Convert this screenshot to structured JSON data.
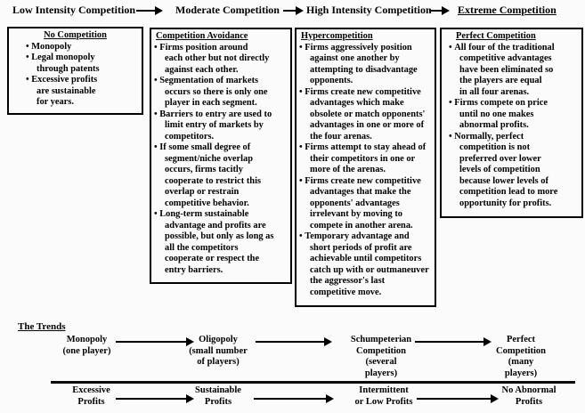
{
  "colors": {
    "background": "#fbfbfb",
    "text": "#000000",
    "line": "#000000"
  },
  "header": {
    "items": [
      "Low Intensity Competition",
      "Moderate Competition",
      "High Intensity Competition",
      "Extreme Competition"
    ]
  },
  "boxes": {
    "no_competition": {
      "title": "No Competition",
      "bullets": [
        "Monopoly",
        "Legal monopoly\nthrough patents",
        "Excessive profits\nare sustainable\nfor years."
      ]
    },
    "competition_avoidance": {
      "title": "Competition Avoidance",
      "bullets": [
        "Firms position around\neach other but not directly\nagainst each other.",
        "Segmentation of markets\noccurs so there is only one\nplayer in each segment.",
        "Barriers to entry are used to\nlimit entry of markets by\ncompetitors.",
        "If some small degree of\nsegment/niche overlap\noccurs, firms tacitly\ncooperate to restrict this\noverlap or restrain\ncompetitive behavior.",
        "Long-term sustainable\nadvantage and profits are\npossible, but only as long as\nall the competitors\ncooperate or respect the\nentry barriers."
      ]
    },
    "hypercompetition": {
      "title": "Hypercompetition",
      "bullets": [
        "Firms aggressively position\nagainst one another by\nattempting to disadvantage\nopponents.",
        "Firms create new competitive\nadvantages which make\nobsolete or match opponents'\nadvantages in one or more of\nthe four arenas.",
        "Firms attempt to stay ahead of\ntheir competitors in one or\nmore of the arenas.",
        "Firms create new competitive\nadvantages that make the\nopponents' advantages\nirrelevant by moving to\ncompete in another arena.",
        "Temporary advantage and\nshort periods of profit are\nachievable until competitors\ncatch up with or outmaneuver\nthe aggressor's last\ncompetitive move."
      ]
    },
    "perfect_competition": {
      "title": "Perfect Competition",
      "bullets": [
        "All four of the traditional\ncompetitive advantages\nhave been eliminated so\nthe players are equal\nin all four arenas.",
        "Firms compete on price\nuntil no one makes\nabnormal profits.",
        "Normally, perfect\ncompetition is not\npreferred over lower\nlevels of competition\nbecause lower levels of\ncompetition lead to more\nopportunity for profits."
      ]
    }
  },
  "trends": {
    "label": "The Trends",
    "market_structures": [
      "Monopoly\n(one player)",
      "Oligopoly\n(small number\nof players)",
      "Schumpeterian\nCompetition\n(several\nplayers)",
      "Perfect\nCompetition\n(many\nplayers)"
    ],
    "profit_levels": [
      "Excessive\nProfits",
      "Sustainable\nProfits",
      "Intermittent\nor Low Profits",
      "No Abnormal\nProfits"
    ]
  }
}
